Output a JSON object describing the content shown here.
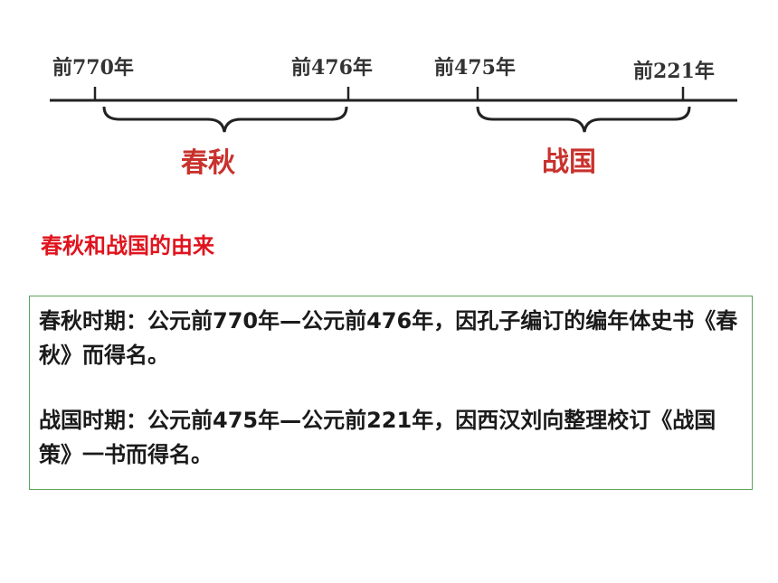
{
  "timeline": {
    "years": [
      "前770年",
      "前476年",
      "前475年",
      "前221年"
    ],
    "periods": [
      "春秋",
      "战国"
    ],
    "line_color": "#222222",
    "period_color": "#c8322d"
  },
  "heading": {
    "text": "春秋和战国的由来",
    "color": "#e0141e"
  },
  "box": {
    "border_color": "#5aa55a",
    "paragraphs": [
      "春秋时期：公元前770年—公元前476年，因孔子编订的编年体史书《春秋》而得名。",
      "战国时期：公元前475年—公元前221年，因西汉刘向整理校订《战国策》一书而得名。"
    ]
  }
}
